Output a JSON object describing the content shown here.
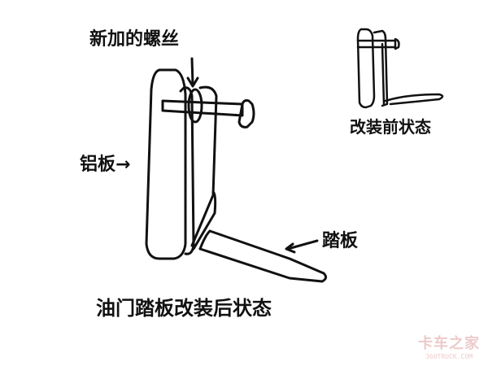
{
  "labels": {
    "new_screw": "新加的螺丝",
    "aluminum_plate": "铝板→",
    "pedal": "踏板",
    "before_state": "改装前状态",
    "after_state": "油门踏板改装后状态"
  },
  "watermark": {
    "brand": "卡车之家",
    "domain": "360TRUCK.COM"
  },
  "colors": {
    "ink": "#111111",
    "background": "#ffffff",
    "watermark": "#e0a0a0"
  }
}
